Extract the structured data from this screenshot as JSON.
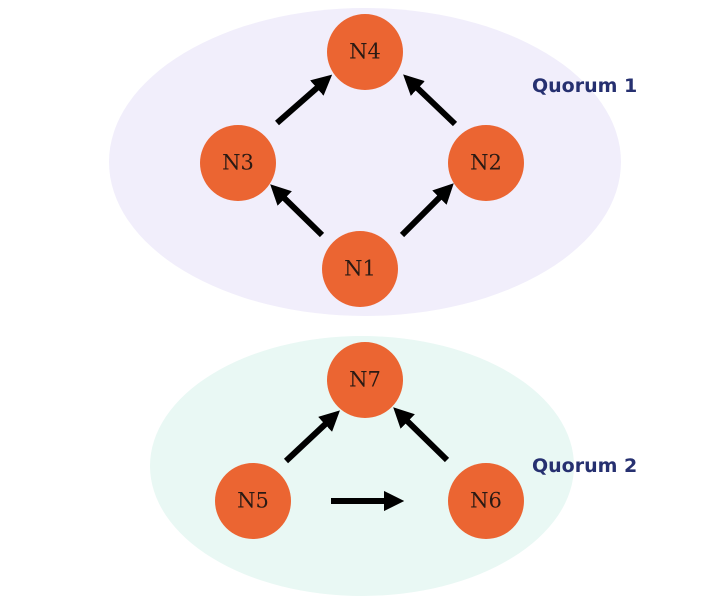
{
  "colors": {
    "quorum1_fill": "#f1eefb",
    "quorum2_fill": "#e9f8f4",
    "node_fill": "#eb6532",
    "arrow": "#000000",
    "quorum_label": "#263070"
  },
  "quorums": [
    {
      "label": "Quorum 1",
      "nodes": [
        "N1",
        "N2",
        "N3",
        "N4"
      ]
    },
    {
      "label": "Quorum 2",
      "nodes": [
        "N5",
        "N6",
        "N7"
      ]
    }
  ],
  "nodes": [
    {
      "id": "N4",
      "label": "N4"
    },
    {
      "id": "N3",
      "label": "N3"
    },
    {
      "id": "N2",
      "label": "N2"
    },
    {
      "id": "N1",
      "label": "N1"
    },
    {
      "id": "N7",
      "label": "N7"
    },
    {
      "id": "N5",
      "label": "N5"
    },
    {
      "id": "N6",
      "label": "N6"
    }
  ],
  "edges": [
    {
      "from": "N3",
      "to": "N4"
    },
    {
      "from": "N2",
      "to": "N4"
    },
    {
      "from": "N1",
      "to": "N3"
    },
    {
      "from": "N1",
      "to": "N2"
    },
    {
      "from": "N5",
      "to": "N7"
    },
    {
      "from": "N6",
      "to": "N7"
    },
    {
      "from": "N5",
      "to": "N6"
    }
  ]
}
